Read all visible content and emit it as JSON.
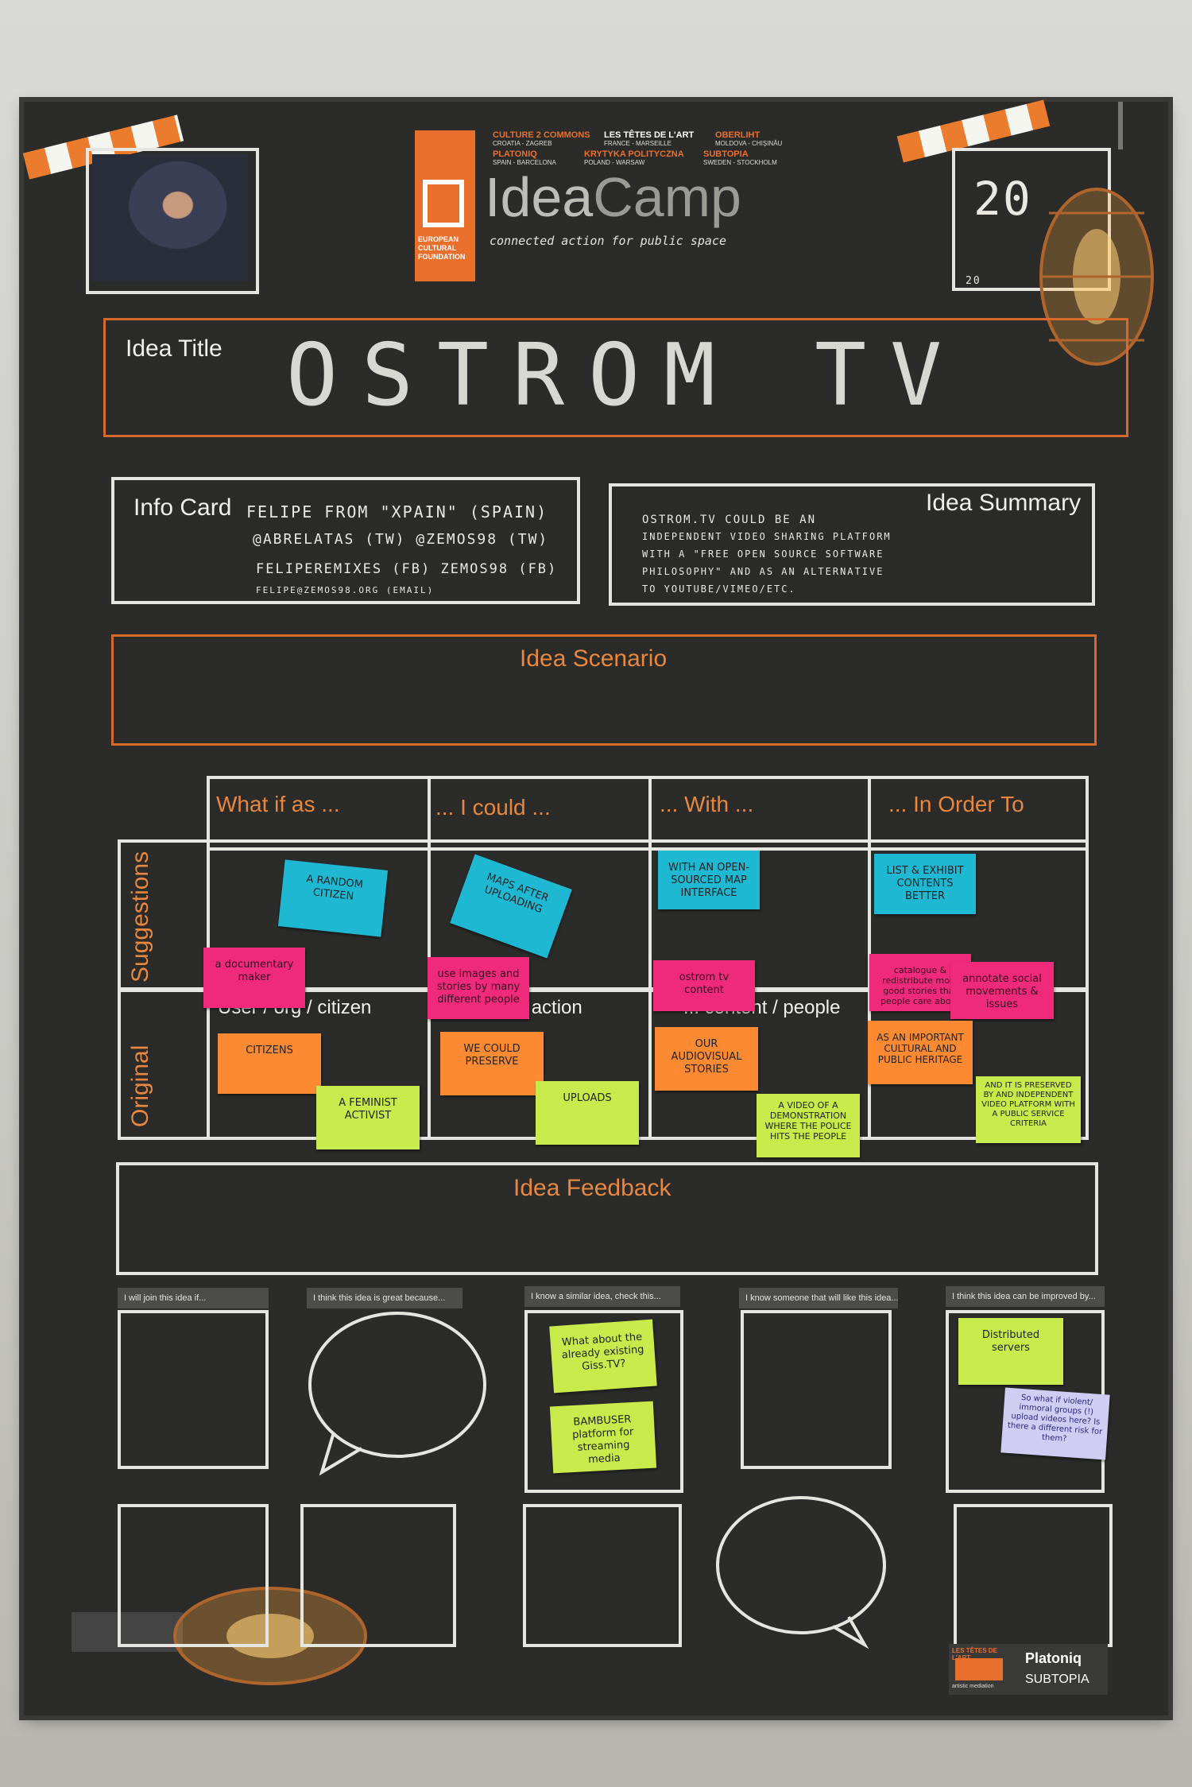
{
  "header": {
    "partners": [
      {
        "name": "CULTURE 2 COMMONS",
        "place": "CROATIA - ZAGREB"
      },
      {
        "name": "LES TÊTES DE L'ART",
        "place": "FRANCE - MARSEILLE"
      },
      {
        "name": "OBERLIHT",
        "place": "MOLDOVA - CHIȘINĂU"
      },
      {
        "name": "PLATONIQ",
        "place": "SPAIN - BARCELONA"
      },
      {
        "name": "KRYTYKA POLITYCZNA",
        "place": "POLAND - WARSAW"
      },
      {
        "name": "SUBTOPIA",
        "place": "SWEDEN - STOCKHOLM"
      }
    ],
    "logo_idea": "Idea",
    "logo_camp": "Camp",
    "tagline": "connected action for public space",
    "ecf_line1": "EUROPEAN",
    "ecf_line2": "CULTURAL",
    "ecf_line3": "FOUNDATION",
    "number": "20",
    "number_small": "20"
  },
  "title_section": {
    "label": "Idea Title",
    "value": "OSTROM TV"
  },
  "info_card": {
    "label": "Info Card",
    "lines": [
      "FELIPE FROM \"XPAIN\" (SPAIN)",
      "@ABRELATAS (TW)   @ZEMOS98 (TW)",
      "FELIPEREMIXES (FB)   ZEMOS98 (FB)",
      "FELIPE@ZEMOS98.ORG (EMAIL)"
    ]
  },
  "summary": {
    "label": "Idea Summary",
    "lines": [
      "OSTROM.TV COULD BE AN",
      "INDEPENDENT VIDEO SHARING PLATFORM",
      "WITH A \"FREE OPEN SOURCE SOFTWARE",
      "PHILOSOPHY\" AND AS AN ALTERNATIVE",
      "TO YOUTUBE/VIMEO/ETC."
    ]
  },
  "scenario": {
    "label": "Idea Scenario"
  },
  "grid": {
    "columns": [
      "What if as ...",
      "... I could ...",
      "... With ...",
      "... In Order To"
    ],
    "rows": [
      "Suggestions",
      "Original"
    ],
    "original_headers": [
      "User / org / citizen",
      "Specific action",
      "... content / people"
    ]
  },
  "notes": {
    "s_cyan_1": "A RANDOM CITIZEN",
    "s_cyan_2": "MAPS AFTER UPLOADING",
    "s_cyan_3": "WITH AN OPEN-SOURCED MAP INTERFACE",
    "s_cyan_4": "LIST & EXHIBIT CONTENTS BETTER",
    "s_pink_1": "a documentary maker",
    "s_pink_2": "use images and stories by many different people",
    "s_pink_3": "ostrom tv content",
    "s_pink_4": "catalogue & redistribute more good stories that people care about",
    "s_pink_5": "annotate social movements & issues",
    "o_orange_1": "CITIZENS",
    "o_orange_2": "WE COULD PRESERVE",
    "o_orange_3": "OUR AUDIOVISUAL STORIES",
    "o_orange_4": "AS AN IMPORTANT CULTURAL AND PUBLIC HERITAGE",
    "o_lime_1": "A FEMINIST ACTIVIST",
    "o_lime_2": "UPLOADS",
    "o_lime_3": "A VIDEO OF A DEMONSTRATION WHERE THE POLICE HITS THE PEOPLE",
    "o_lime_4": "AND IT IS PRESERVED BY AND INDEPENDENT VIDEO PLATFORM WITH A PUBLIC SERVICE CRITERIA"
  },
  "feedback": {
    "label": "Idea Feedback",
    "tags": [
      "I will join this idea if...",
      "I think this idea is great because...",
      "I know a similar idea, check this...",
      "I know someone that will like this idea...",
      "I think this idea can be improved by..."
    ],
    "notes": {
      "similar_1": "What about the already existing Giss.TV?",
      "similar_2": "BAMBUSER platform for streaming media",
      "improve_1": "Distributed servers",
      "improve_2": "So what if violent/ immoral groups (!) upload videos here? Is there a different risk for them?"
    }
  },
  "footer": {
    "partner1": "LES TÊTES DE L'ART",
    "partner1_sub": "artistic mediation",
    "partner2": "Platoniq",
    "partner3": "SUBTOPIA"
  }
}
